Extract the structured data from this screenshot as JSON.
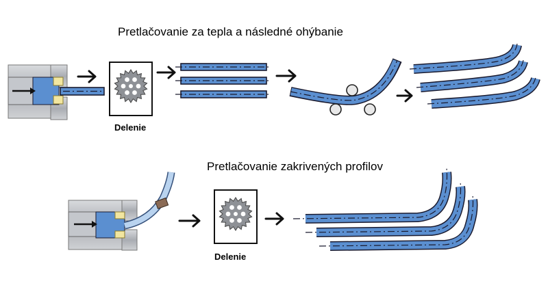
{
  "diagram": {
    "top_process": {
      "title": "Pretlačovanie za tepla a následné ohýbanie",
      "cutting_label": "Delenie"
    },
    "bottom_process": {
      "title": "Pretlačovanie zakrivených profilov",
      "cutting_label": "Delenie"
    }
  },
  "colors": {
    "profile": "#5b8fd0",
    "outline": "#1a1a2e",
    "die_steel": "#b9bcc2",
    "die_insert": "#f2e6a0"
  },
  "icons": [
    "press-die-icon",
    "saw-blade-icon",
    "bending-roller-icon",
    "arrow-right-icon"
  ]
}
